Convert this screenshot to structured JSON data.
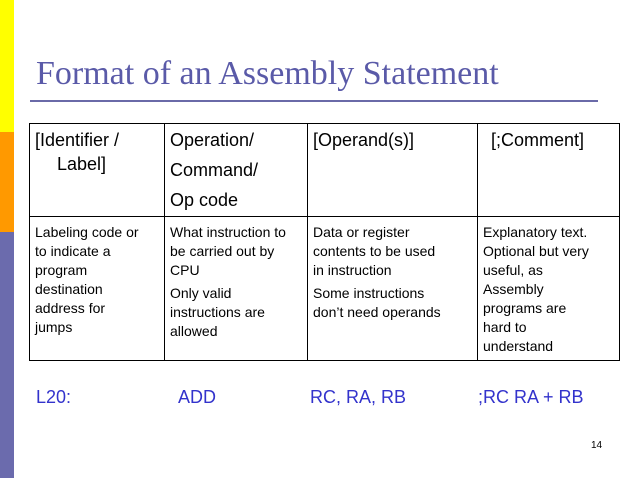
{
  "slide": {
    "title": "Format of an Assembly Statement",
    "page_number": "14"
  },
  "table": {
    "header": {
      "c1": [
        "[Identifier /",
        "Label]"
      ],
      "c2": [
        "Operation/",
        "Command/",
        "Op code"
      ],
      "c3": [
        "[Operand(s)]"
      ],
      "c4": [
        "[;Comment]"
      ]
    },
    "description": {
      "c1": [
        "Labeling code or",
        "to indicate a",
        "program",
        "destination",
        "address for",
        "jumps"
      ],
      "c2a": [
        "What instruction to",
        "be carried out by",
        "CPU"
      ],
      "c2b": [
        "Only valid",
        "instructions are",
        "allowed"
      ],
      "c3a": [
        "Data or register",
        "contents to be used",
        "in instruction"
      ],
      "c3b": [
        "Some instructions",
        "don’t need operands"
      ],
      "c4": [
        "Explanatory text.",
        "Optional but very",
        "useful, as",
        "Assembly",
        "programs are",
        "hard to",
        "understand"
      ]
    }
  },
  "example": {
    "label": "L20:",
    "operation": "ADD",
    "operands": "RC, RA, RB",
    "comment": ";RC  RA + RB",
    "comment_prefix": ";RC ",
    "comment_arrow": "",
    "comment_suffix": " RA + RB"
  }
}
